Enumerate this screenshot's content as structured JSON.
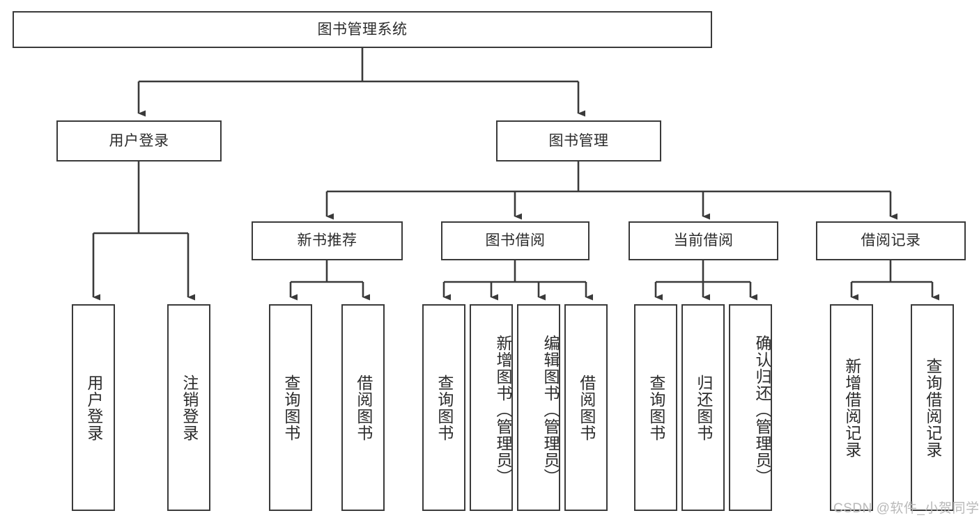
{
  "diagram": {
    "title": "图书管理系统",
    "type": "tree-hierarchy",
    "colors": {
      "box_border": "#3a3a3a",
      "box_fill": "#ffffff",
      "text": "#2b2b2b",
      "link": "#3a3a3a",
      "watermark": "#b9b9b9"
    },
    "root": {
      "label": "图书管理系统"
    },
    "level2": [
      {
        "label": "用户登录"
      },
      {
        "label": "图书管理"
      }
    ],
    "level3": [
      {
        "label": "新书推荐"
      },
      {
        "label": "图书借阅"
      },
      {
        "label": "当前借阅"
      },
      {
        "label": "借阅记录"
      }
    ],
    "leaves": {
      "user_login": [
        {
          "label": "用户登录"
        },
        {
          "label": "注销登录"
        }
      ],
      "new_book_recommend": [
        {
          "label": "查询图书"
        },
        {
          "label": "借阅图书"
        }
      ],
      "book_borrow": [
        {
          "label": "查询图书"
        },
        {
          "label": "新增图书（管理员）"
        },
        {
          "label": "编辑图书（管理员）"
        },
        {
          "label": "借阅图书"
        }
      ],
      "current_borrow": [
        {
          "label": "查询图书"
        },
        {
          "label": "归还图书"
        },
        {
          "label": "确认归还（管理员）"
        }
      ],
      "borrow_record": [
        {
          "label": "新增借阅记录"
        },
        {
          "label": "查询借阅记录"
        }
      ]
    }
  },
  "watermark": {
    "text": "CSDN @软件_小贺同学"
  }
}
